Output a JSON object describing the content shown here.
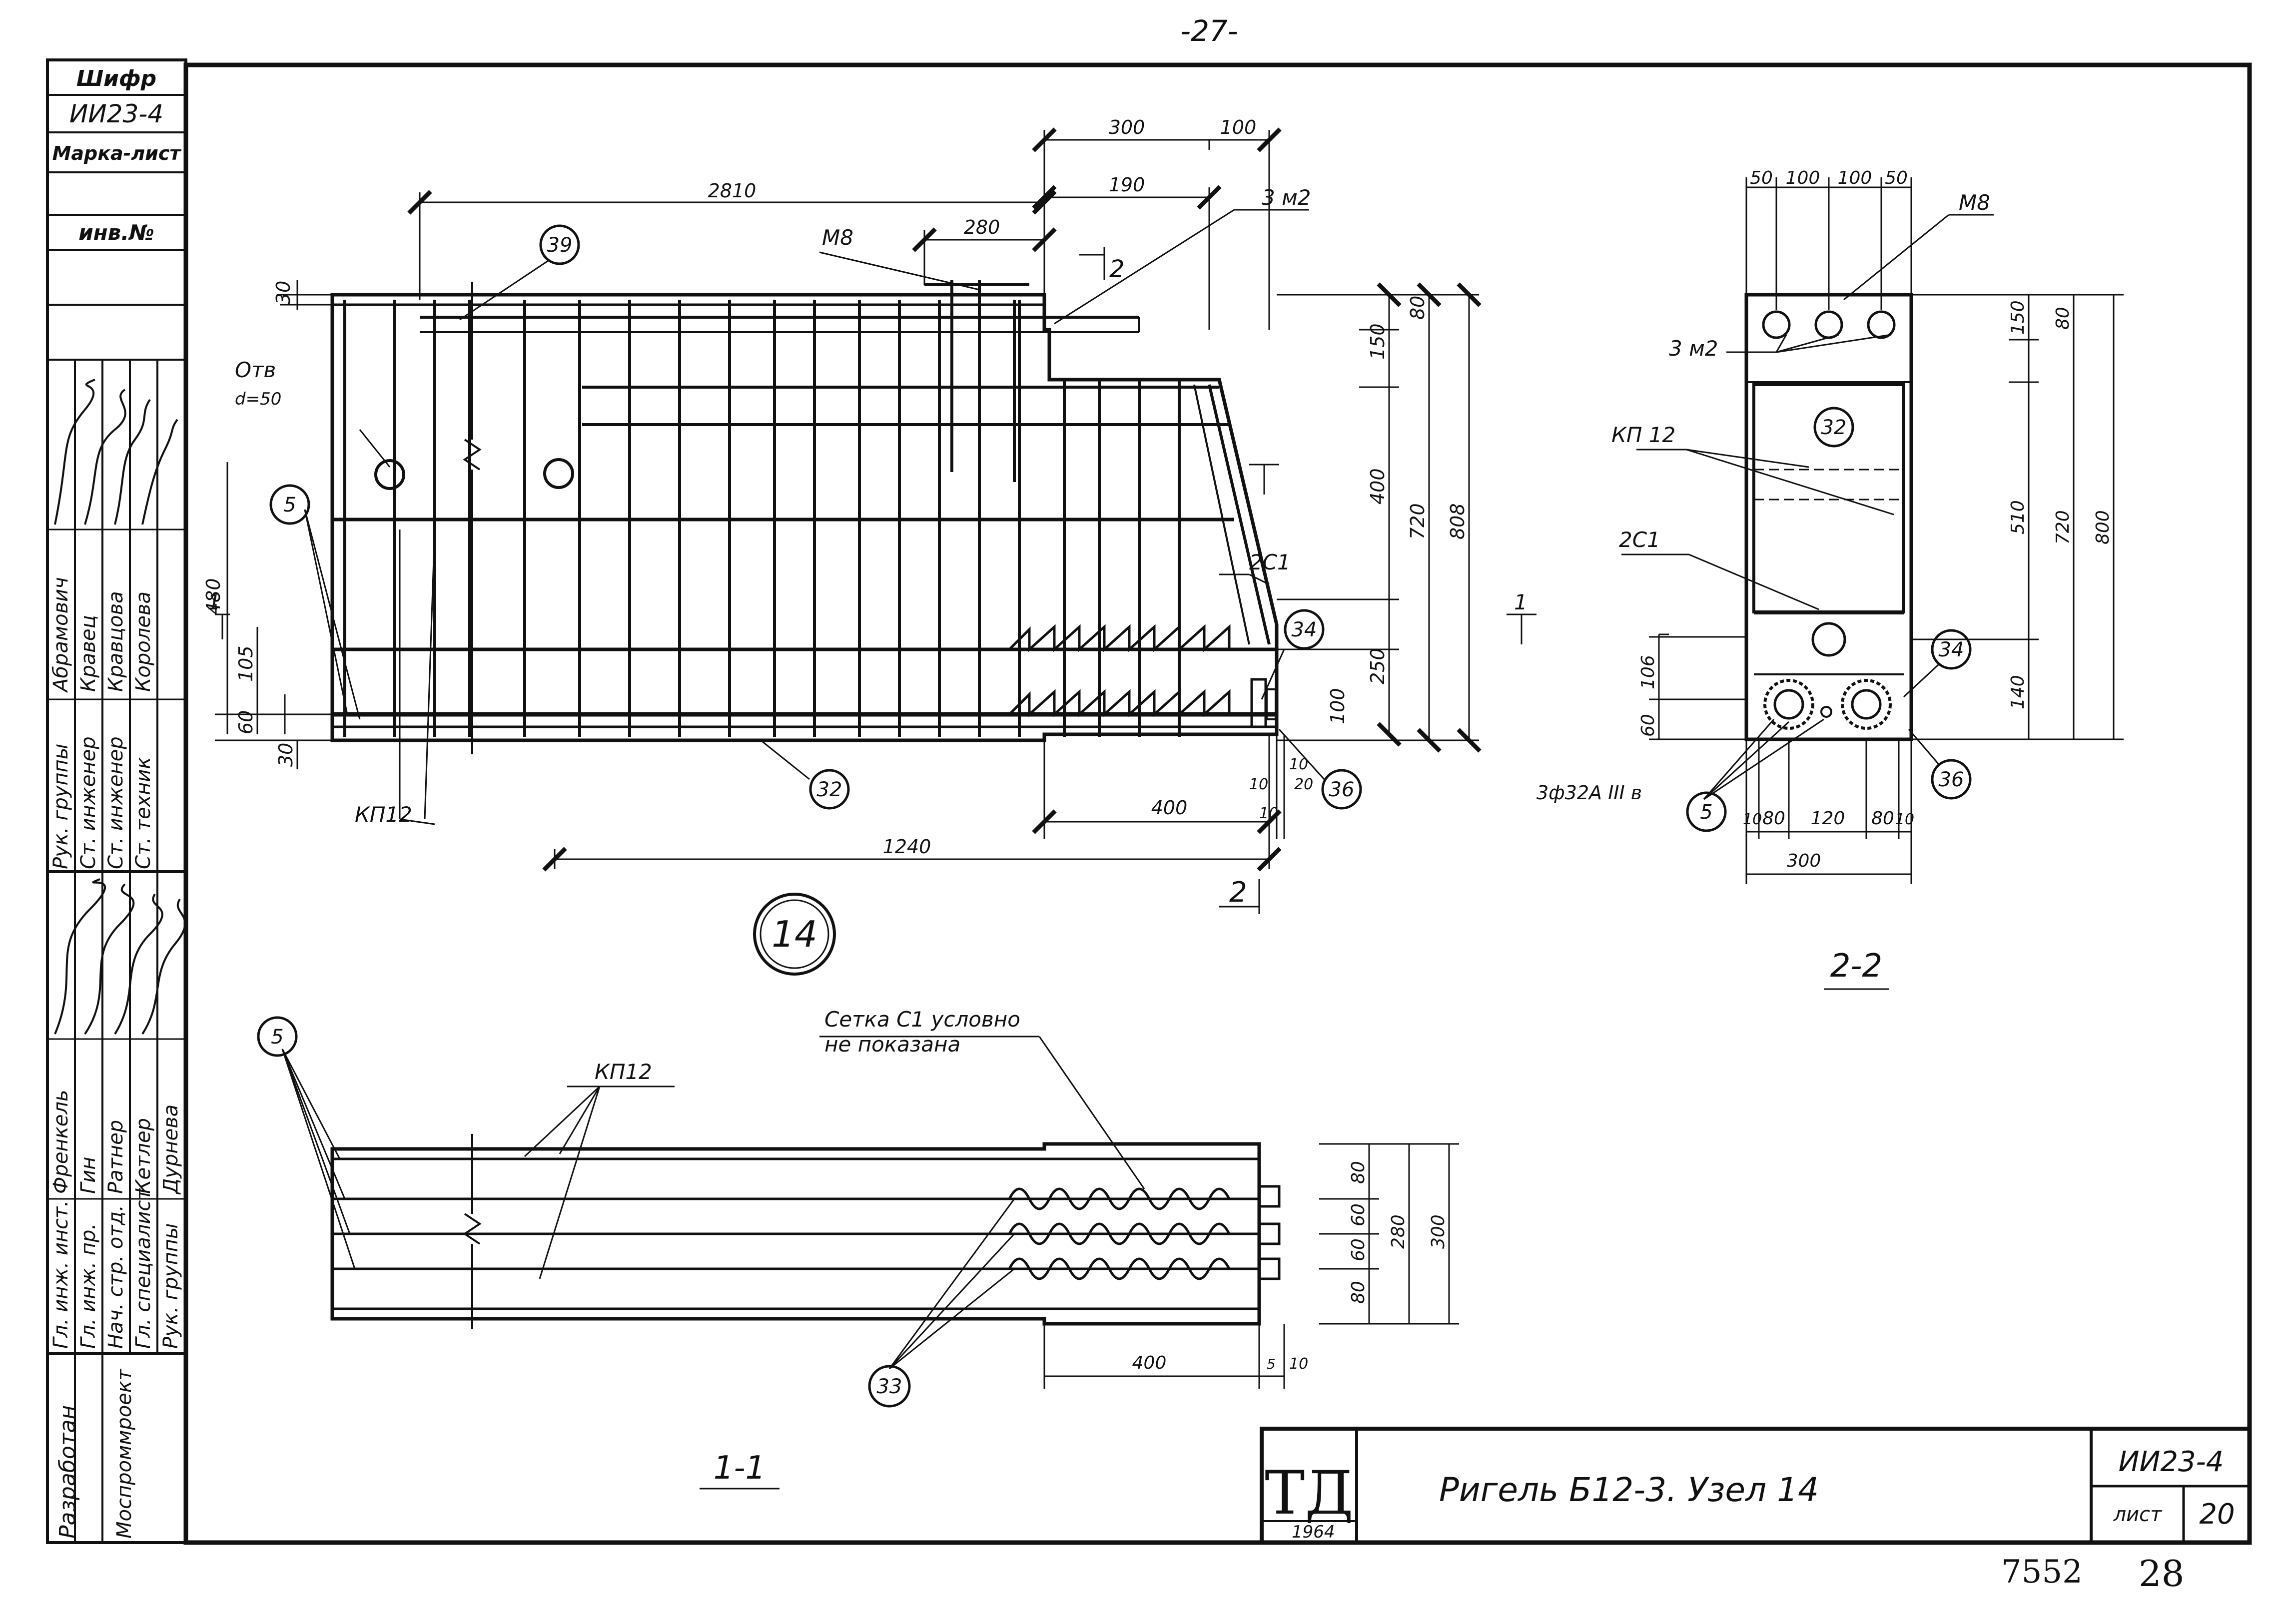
{
  "page": {
    "top_number": "-27-",
    "bottom_left_number": "7552",
    "bottom_right_number": "28"
  },
  "left_strip": {
    "cipher_label": "Шифр",
    "cipher_value": "ИИ23-4",
    "marka_label": "Марка-лист",
    "inv_label": "инв.№",
    "names": [
      "Абрамович",
      "Кравец",
      "Кравцова",
      "Королева",
      "Френкель",
      "Гин",
      "Ратнер",
      "Кетлер",
      "Дурнева"
    ],
    "positions": [
      "Рук. группы",
      "Ст. инженер",
      "Ст. инженер",
      "Ст. техник",
      "Гл. инж. инст.",
      "Гл. инж. пр.",
      "Нач. стр. отд.",
      "Гл. специалист",
      "Рук. группы"
    ],
    "org_top": "Разработан",
    "org_bottom": "Моспроммроект"
  },
  "main_view": {
    "dims": {
      "d2810": "2810",
      "d300": "300",
      "d100": "100",
      "d190": "190",
      "d280": "280",
      "d30a": "30",
      "d30b": "30",
      "d480": "480",
      "d105": "105",
      "d60": "60",
      "d400": "400",
      "d1240": "1240",
      "d150": "150",
      "d80": "80",
      "d720": "720",
      "d808": "808",
      "d400v": "400",
      "d250": "250",
      "d100v": "100",
      "d10a": "10",
      "d10b": "10",
      "d20": "20",
      "d10c": "10"
    },
    "labels": {
      "m8": "М8",
      "z3m2": "3 м2",
      "otv": "Отв",
      "otv_d": "d=50",
      "kp12": "КП12",
      "c2c1": "2С1",
      "sec1": "1",
      "sec2": "2",
      "sec2b": "2"
    },
    "callouts": [
      "39",
      "5",
      "32",
      "34",
      "36"
    ],
    "node": "14"
  },
  "section_22": {
    "title": "2-2",
    "dims": {
      "d50a": "50",
      "d100a": "100",
      "d100b": "100",
      "d50b": "50",
      "d150": "150",
      "d80": "80",
      "d510": "510",
      "d720": "720",
      "d800": "800",
      "d106": "106",
      "d60": "60",
      "d140": "140",
      "d10a": "10",
      "d80a": "80",
      "d120": "120",
      "d80b": "80",
      "d10b": "10",
      "d300": "300"
    },
    "labels": {
      "m8": "М8",
      "z3m2": "3 м2",
      "kp12": "КП 12",
      "c2c1": "2С1",
      "rebar": "3ф32А III в",
      "sec1": "1"
    },
    "callouts": [
      "32",
      "34",
      "36",
      "5"
    ]
  },
  "section_11": {
    "title": "1-1",
    "labels": {
      "kp12": "КП12",
      "mesh_note_1": "Сетка С1 условно",
      "mesh_note_2": "не показана"
    },
    "dims": {
      "d80a": "80",
      "d60a": "60",
      "d60b": "60",
      "d80b": "80",
      "d280": "280",
      "d300": "300",
      "d400": "400",
      "d5": "5",
      "d10": "10"
    },
    "callouts": [
      "5",
      "33"
    ]
  },
  "title_block": {
    "logo": "ТД",
    "year": "1964",
    "title": "Ригель Б12-3. Узел 14",
    "code": "ИИ23-4",
    "sheet_label": "лист",
    "sheet_no": "20"
  }
}
